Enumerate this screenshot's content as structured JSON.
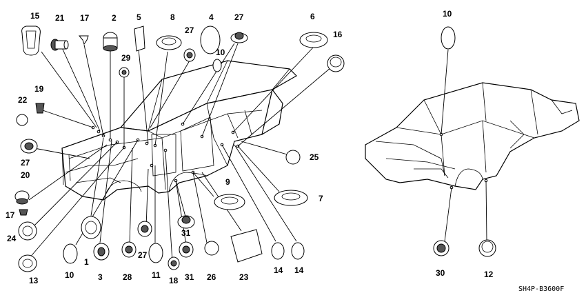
{
  "diagram": {
    "code": "SH4P-B3600F",
    "callouts": [
      {
        "id": "c15",
        "label": "15"
      },
      {
        "id": "c21",
        "label": "21"
      },
      {
        "id": "c17a",
        "label": "17"
      },
      {
        "id": "c2",
        "label": "2"
      },
      {
        "id": "c5",
        "label": "5"
      },
      {
        "id": "c8",
        "label": "8"
      },
      {
        "id": "c4",
        "label": "4"
      },
      {
        "id": "c27a",
        "label": "27"
      },
      {
        "id": "c6",
        "label": "6"
      },
      {
        "id": "c16",
        "label": "16"
      },
      {
        "id": "c27b",
        "label": "27"
      },
      {
        "id": "c10a",
        "label": "10"
      },
      {
        "id": "c29",
        "label": "29"
      },
      {
        "id": "c19",
        "label": "19"
      },
      {
        "id": "c22",
        "label": "22"
      },
      {
        "id": "c27c",
        "label": "27"
      },
      {
        "id": "c20",
        "label": "20"
      },
      {
        "id": "c17b",
        "label": "17"
      },
      {
        "id": "c24",
        "label": "24"
      },
      {
        "id": "c13",
        "label": "13"
      },
      {
        "id": "c10b",
        "label": "10"
      },
      {
        "id": "c1",
        "label": "1"
      },
      {
        "id": "c3",
        "label": "3"
      },
      {
        "id": "c28",
        "label": "28"
      },
      {
        "id": "c27d",
        "label": "27"
      },
      {
        "id": "c11",
        "label": "11"
      },
      {
        "id": "c18",
        "label": "18"
      },
      {
        "id": "c31a",
        "label": "31"
      },
      {
        "id": "c31b",
        "label": "31"
      },
      {
        "id": "c26",
        "label": "26"
      },
      {
        "id": "c23",
        "label": "23"
      },
      {
        "id": "c14a",
        "label": "14"
      },
      {
        "id": "c14b",
        "label": "14"
      },
      {
        "id": "c25",
        "label": "25"
      },
      {
        "id": "c9",
        "label": "9"
      },
      {
        "id": "c7",
        "label": "7"
      },
      {
        "id": "c10c",
        "label": "10"
      },
      {
        "id": "c30",
        "label": "30"
      },
      {
        "id": "c12",
        "label": "12"
      }
    ]
  }
}
